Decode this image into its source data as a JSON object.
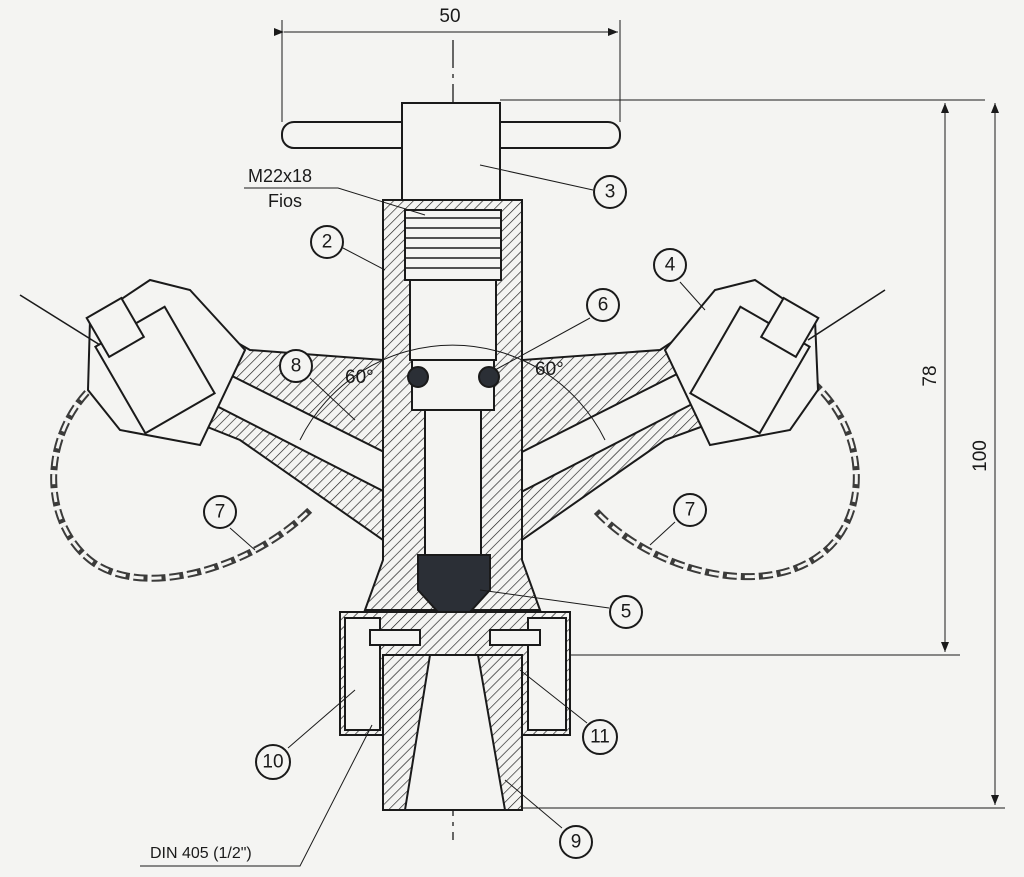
{
  "drawing": {
    "dimensions": {
      "width": "50",
      "height_inner": "78",
      "height_total": "100"
    },
    "thread_label": {
      "line1": "M22x18",
      "line2": "Fios"
    },
    "angles": {
      "left": "60°",
      "right": "60°"
    },
    "standard_label": "DIN 405 (1/2\")",
    "callouts": {
      "c2": "2",
      "c3": "3",
      "c4": "4",
      "c5": "5",
      "c6": "6",
      "c7a": "7",
      "c7b": "7",
      "c8": "8",
      "c9": "9",
      "c10": "10",
      "c11": "11"
    }
  }
}
